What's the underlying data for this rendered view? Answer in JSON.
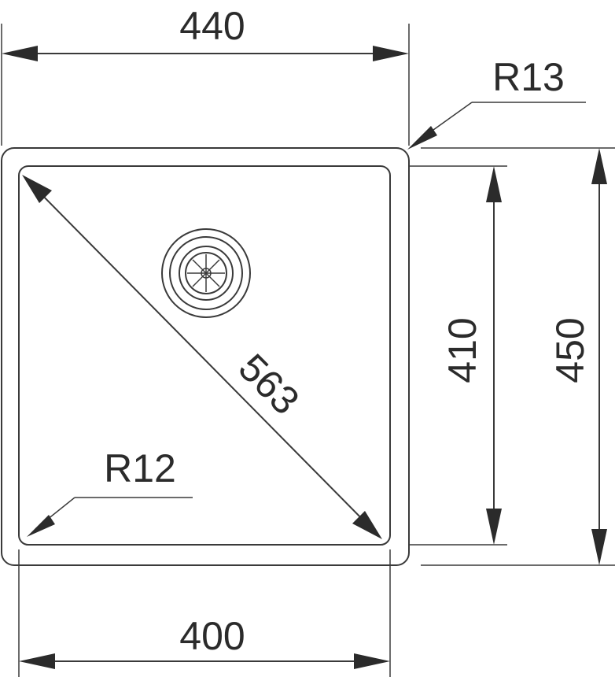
{
  "drawing": {
    "dimensions": {
      "outer_width": "440",
      "inner_width": "400",
      "inner_height": "410",
      "outer_height": "450",
      "diagonal": "563",
      "outer_radius": "R13",
      "inner_radius": "R12"
    },
    "colors": {
      "line": "#3a3a3a",
      "text": "#2b2b2b",
      "background": "#ffffff"
    }
  }
}
